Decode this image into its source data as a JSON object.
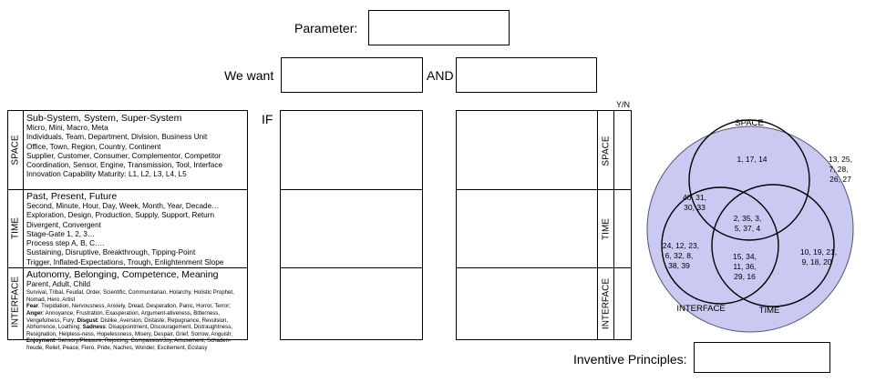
{
  "parameter": {
    "label": "Parameter:",
    "value": ""
  },
  "want": {
    "label": "We want",
    "and_label": "AND",
    "value1": "",
    "value2": ""
  },
  "if_label": "IF",
  "yn_label": "Y/N",
  "rows": [
    {
      "side": "SPACE",
      "title": "Sub-System, System, Super-System",
      "lines": [
        "Micro, Mini, Macro, Meta",
        "Individuals, Team, Department, Division, Business Unit",
        "Office, Town, Region, Country, Continent",
        "Supplier, Customer, Consumer, Complementor, Competitor",
        "Coordination, Sensor, Engine, Transmission, Tool, Interface",
        "Innovation Capability Maturity: L1, L2, L3, L4, L5"
      ]
    },
    {
      "side": "TIME",
      "title": "Past, Present, Future",
      "lines": [
        "Second, Minute, Hour, Day, Week, Month, Year, Decade…",
        "Exploration, Design, Production, Supply, Support, Return",
        "Divergent, Convergent",
        "Stage-Gate 1, 2, 3…",
        "Process step A, B, C….",
        "Sustaining, Disruptive, Breakthrough, Tipping-Point",
        "Trigger, Inflated-Expectations, Trough, Enlightenment Slope"
      ]
    },
    {
      "side": "INTERFACE",
      "title": "Autonomy, Belonging, Competence, Meaning",
      "lines": [
        "Parent, Adult, Child"
      ],
      "fine": "Survival, Tribal, Feudal, Order, Scientific, Communitarian, Holarchy, Holistic Prophet, Nomad, Hero, Artist",
      "emotions": [
        {
          "label": "Fear",
          "text": ": Trepidation, Nervousness, Anxiety, Dread, Desperation, Panic, Horror, Terror; "
        },
        {
          "label": "Anger",
          "text": ": Annoyance, Frustration, Exasperation, Argument-ativeness, Bitterness, Vengefulness, Fury; "
        },
        {
          "label": "Disgust",
          "text": ": Dislike, Aversion, Distaste, Repugnance, Revulsion, Abhorrence, Loathing; "
        },
        {
          "label": "Sadness",
          "text": ": Disappointment, Discouragement, Distraughtness, Resignation, Helpless-ness, Hopelessness, Misery, Despair, Grief, Sorrow, Anguish; "
        },
        {
          "label": "Enjoyment",
          "text": ": Sensory/Pleasure, Rejoicing, Compassion/Joy, Amusement, Schaden-freude, Relief, Peace, Fiero, Pride, Naches, Wonder, Excitement, Ecstasy"
        }
      ]
    }
  ],
  "venn": {
    "space_label": "SPACE",
    "interface_label": "INTERFACE",
    "time_label": "TIME",
    "space_only": [
      "1, 17, 14"
    ],
    "space_outside": [
      "13, 25,",
      "7, 28,",
      "26, 27"
    ],
    "space_interface": [
      "40, 31,",
      "30, 33"
    ],
    "center": [
      "2, 35, 3,",
      "5, 37, 4"
    ],
    "interface_only": [
      "24, 12, 23,",
      "6, 32, 8,",
      "38, 39"
    ],
    "interface_time": [
      "15, 34,",
      "11, 36,",
      "29, 16"
    ],
    "time_only": [
      "10, 19, 21,",
      "9, 18, 20"
    ],
    "colors": {
      "outer_fill": "#c9c9f2",
      "outer_stroke": "#555577"
    }
  },
  "inventive": {
    "label": "Inventive Principles:",
    "value": ""
  }
}
